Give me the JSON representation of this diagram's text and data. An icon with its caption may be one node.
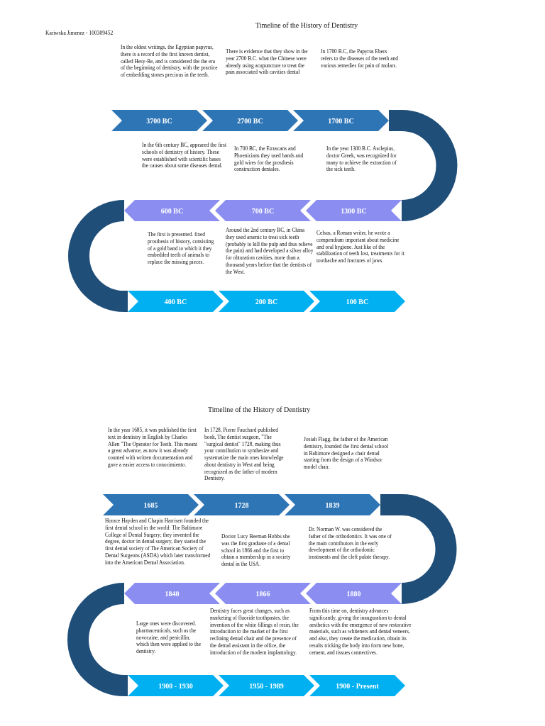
{
  "diagram": {
    "title": "Timeline of the History of Dentistry",
    "nodes": [
      {
        "text": [
          "3700 BC"
        ]
      },
      {
        "text": [
          "2700 BC"
        ]
      },
      {
        "text": [
          "1700 BC"
        ]
      },
      {
        "text": [
          "600 BC"
        ]
      },
      {
        "text": [
          "700 BC"
        ]
      },
      {
        "text": [
          "1300 BC"
        ]
      },
      {
        "text": [
          "400 BC"
        ]
      },
      {
        "text": [
          "200 BC"
        ]
      },
      {
        "text": [
          "100 BC"
        ]
      },
      {
        "text": [
          "1685"
        ]
      },
      {
        "text": [
          "1728"
        ]
      },
      {
        "text": [
          "1839"
        ]
      },
      {
        "text": [
          "1840"
        ]
      },
      {
        "text": [
          "1866"
        ]
      },
      {
        "text": [
          "1880"
        ]
      },
      {
        "text": [
          "1900 - 1930"
        ]
      },
      {
        "text": [
          "1950 - 1989"
        ]
      },
      {
        "text": [
          "1900 - Present"
        ]
      }
    ],
    "edges": [
      {
        "from": 2,
        "to": 5,
        "arrow": "none"
      },
      {
        "from": 3,
        "to": 6,
        "arrow": "none"
      },
      {
        "from": 11,
        "to": 14,
        "arrow": "none"
      },
      {
        "from": 12,
        "to": 15,
        "arrow": "none"
      }
    ],
    "labels": [
      "Kariwska Jimenez - 100309452",
      "In the oldest writings, the Egyptian papyrus, there is a record of the first known dentist, called Hesy-Re, and is considered the the era of the beginning of dentistry, with the practice of embedding stones precious in the teeth.",
      "There is evidence that they show in the year 2700 B.C. what the Chinese were already using acupuncture to treat the pain associated with cavities dental",
      "In 1700 B.C, the Papyrus Ebers refers to the diseases of the teeth and various remedies for pain of molars.",
      "In the 6th century BC, appeared the first schools of dentistry of history. These were established with scientific bases the causes about some diseases dental.",
      "In 700 BC, the Etruscans and Phoenicians they used bands and gold wires for the prosthesis construction dentales.",
      "In the year 1300 B.C. Asclepius, doctor Greek, was recognized for many to achieve the extraction of the sick teeth.",
      "The first is presented. fixed prosthesis of history, consisting of a gold band to which it they embedded teeth of animals to replace the missing pieces.",
      "Around the 2nd century BC, in China they used arsenic to treat sick teeth (probably to kill the pulp and thus relieve the pain) and had developed a silver alloy for obturation cavities, more than a thousand years before that the dentists of the West.",
      "Celsus, a Roman writer, he wrote a compendium important about medicine and oral hygiene. Just like of the stabilization of teeth lost, treatments for it toothache and fractures of jaws.",
      "Timeline of the History of Dentistry",
      "In the year 1685, it was published the first text in dentistry in English by Charles Allen \"The Operator for Teeth. This meant a great advance, as now it was already counted with written documentation and gave a easier access to conocimiento.",
      "In 1728, Pierre Fauchard published book, The dentist surgeon, \"The \"surgical dentist\" 1728, making thus your contribution to synthesize and systematize the main ones knowledge about dentistry in West and being recognized as the father of modern Dentistry.",
      "Josiah Flagg, the father of the American dentistry, founded the first dental school in Baltimore designed a chair dental starting from the design of a Windsor model chair.",
      "Horace Hayden and Chapin Harrisen founded the first dental school in the world: The Baltimore College of Dental Surgery; they invented the degree, doctor in dental surgery, they started the first dental society of The American Society of Dental Surgeons (ASDA) which later transformed into the American Dental Association.",
      "Doctor Lucy Beeman Hobbs she was the first graduate of a dental school in 1866 and the first to obtain a membership in a society dental in the USA.",
      "Dr. Norman W. was considered the father of the orthodontics. It was one of the main contributors in the early development of the orthodontic treatments and the cleft palate therapy.",
      "Large ones were discovered. pharmaceuticals, such as the novocaine, and penicillin, which then were applied to the dentistry.",
      "Dentistry faces great changes, such as marketing of fluoride toothpastes, the invention of the white fillings of resin, the introduction to the market of the first reclining dental chair and the presence of the dental assistant in the office, the introduction of the modern implantology.",
      "From this time on, dentistry advances significantly, giving the inauguration to dental aesthetics with the emergence of new restorative materials, such as whiteners and dental veneers, and also, they create the medication, obtain its results tricking the body into form new bone, cement, and tissues connectives."
    ]
  }
}
